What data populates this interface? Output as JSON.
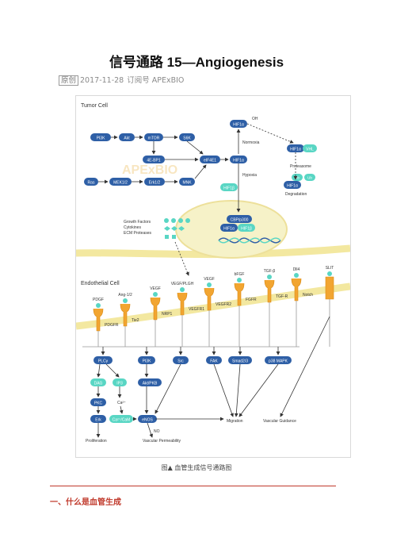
{
  "article": {
    "title": "信号通路 15—Angiogenesis",
    "original_tag": "原创",
    "date": "2017-11-28",
    "subscribe": "订阅号 APExBIO"
  },
  "figure": {
    "tumor_cell_label": "Tumor Cell",
    "endothelial_cell_label": "Endothelial Cell",
    "watermark": "APExBIO",
    "nodes": {
      "pi3k_top": "PI3K",
      "akt": "Akt",
      "mtor": "mTOR",
      "s6k": "S6K",
      "ebp1": "4E-BP1",
      "eif4e1": "eIF4E1",
      "hif1a_mid": "HIF1α",
      "hif1a_top": "HIF1α",
      "oh": "OH",
      "normoxia": "Normoxia",
      "hypoxia": "Hypoxia",
      "hif1b_left": "HIF1β",
      "hif1a_vhl": "HIF1α",
      "vhl": "VHL",
      "proteasome": "Proteasome",
      "ub1": "Ub",
      "ub2": "Ub",
      "hif1a_deg": "HIF1α",
      "degradation": "Degradation",
      "ras": "Ras",
      "mek": "MEK1/2",
      "erk_top": "Erk1/2",
      "mnk": "MNK",
      "cbp": "CBP/p300",
      "hif1a_nuc": "HIF1α",
      "hif1b_nuc": "HIF1β",
      "growth_factors": "Growth Factors",
      "cytokines": "Cytokines",
      "ecm": "ECM Proteases"
    },
    "receptors": [
      {
        "ligand": "PDGF",
        "receptor": "PDGFR"
      },
      {
        "ligand": "Ang-1/2",
        "receptor": "Tie2"
      },
      {
        "ligand": "VEGF",
        "receptor": "NRP1"
      },
      {
        "ligand": "VEGF/PLGH",
        "receptor": "VEGFR1"
      },
      {
        "ligand": "VEGF",
        "receptor": "VEGFR2"
      },
      {
        "ligand": "bFGF",
        "receptor": "FGFR"
      },
      {
        "ligand": "TGF-β",
        "receptor": "TGF-R"
      },
      {
        "ligand": "Dll4",
        "receptor": "Notch"
      },
      {
        "ligand": "SLIT",
        "receptor": ""
      }
    ],
    "pathway": {
      "plcg": "PLCγ",
      "pi3k": "PI3K",
      "src": "Src",
      "fak": "FAK",
      "smad": "Smad2/3",
      "p38": "p38 MAPK",
      "dag": "DAG",
      "ip3": "IP3",
      "pkc": "PKC",
      "ca": "Ca²⁺",
      "erk": "Erk",
      "cacam": "Ca²⁺/CaM",
      "aktpkb": "Akt/PKB",
      "enos": "eNOS",
      "no": "NO",
      "proliferation": "Proliferation",
      "vascular_permeability": "Vascular Permeability",
      "migration": "Migration",
      "vascular_guidance": "Vascular Guidance"
    },
    "colors": {
      "blue": "#2e5fa6",
      "teal": "#59d6c4",
      "orange": "#f2a531",
      "membrane": "#f3e8a0",
      "nucleus": "#f6f2c8"
    }
  },
  "caption": "图▲ 血管生成信号通路图",
  "section_heading": "一、什么是血管生成"
}
